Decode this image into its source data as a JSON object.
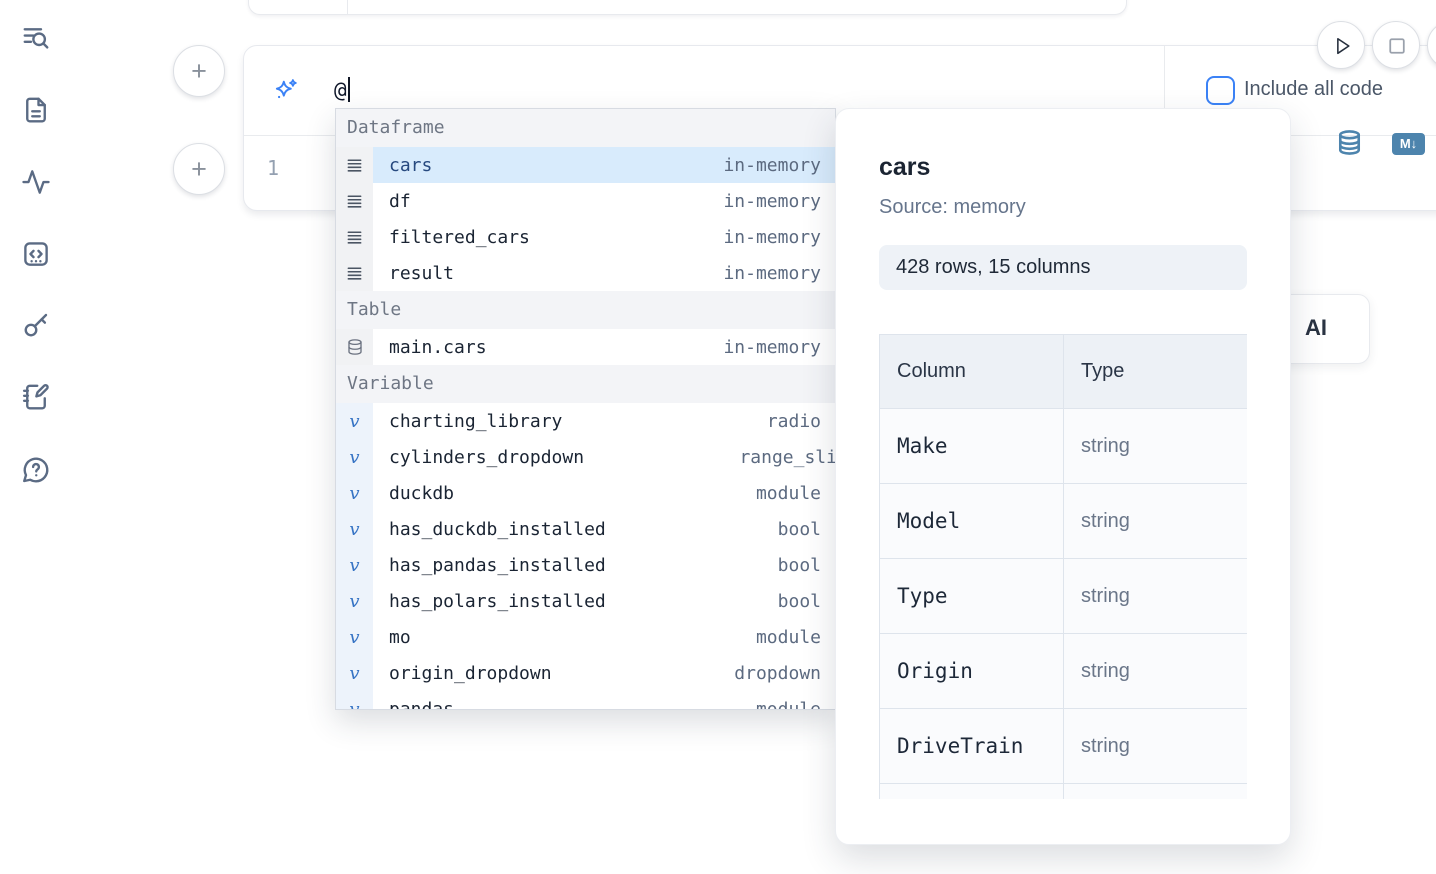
{
  "toolbar": {
    "icons": [
      {
        "name": "list-search"
      },
      {
        "name": "file-text"
      },
      {
        "name": "activity"
      },
      {
        "name": "code-square"
      },
      {
        "name": "key"
      },
      {
        "name": "notebook-pen"
      },
      {
        "name": "help-circle"
      }
    ]
  },
  "cell": {
    "ai_prompt": {
      "value": "@"
    },
    "include_all_code": {
      "label": "Include all code",
      "checked": false
    },
    "line_number": "1",
    "markdown_badge": "M↓"
  },
  "autocomplete": {
    "sections": [
      {
        "label": "Dataframe",
        "items": [
          {
            "icon": "rows",
            "label": "cars",
            "detail": "in-memory",
            "selected": true
          },
          {
            "icon": "rows",
            "label": "df",
            "detail": "in-memory"
          },
          {
            "icon": "rows",
            "label": "filtered_cars",
            "detail": "in-memory"
          },
          {
            "icon": "rows",
            "label": "result",
            "detail": "in-memory"
          }
        ]
      },
      {
        "label": "Table",
        "items": [
          {
            "icon": "database",
            "label": "main.cars",
            "detail": "in-memory"
          }
        ]
      },
      {
        "label": "Variable",
        "items": [
          {
            "icon": "variable",
            "label": "charting_library",
            "detail": "radio"
          },
          {
            "icon": "variable",
            "label": "cylinders_dropdown",
            "detail": "range_sli",
            "clip": true
          },
          {
            "icon": "variable",
            "label": "duckdb",
            "detail": "module"
          },
          {
            "icon": "variable",
            "label": "has_duckdb_installed",
            "detail": "bool"
          },
          {
            "icon": "variable",
            "label": "has_pandas_installed",
            "detail": "bool"
          },
          {
            "icon": "variable",
            "label": "has_polars_installed",
            "detail": "bool"
          },
          {
            "icon": "variable",
            "label": "mo",
            "detail": "module"
          },
          {
            "icon": "variable",
            "label": "origin_dropdown",
            "detail": "dropdown"
          },
          {
            "icon": "variable",
            "label": "pandas",
            "detail": "module",
            "partial": true
          }
        ]
      }
    ]
  },
  "preview_panel": {
    "title": "cars",
    "source": "Source: memory",
    "shape": "428 rows, 15 columns",
    "table": {
      "headers": [
        "Column",
        "Type"
      ],
      "rows": [
        [
          "Make",
          "string"
        ],
        [
          "Model",
          "string"
        ],
        [
          "Type",
          "string"
        ],
        [
          "Origin",
          "string"
        ],
        [
          "DriveTrain",
          "string"
        ]
      ]
    }
  },
  "ai_button": {
    "label": "AI"
  },
  "colors": {
    "accent": "#3b82f6",
    "selection": "#d8ebfc",
    "steel_blue": "#4d84ad",
    "sidebar_icon": "#5b6b84"
  }
}
